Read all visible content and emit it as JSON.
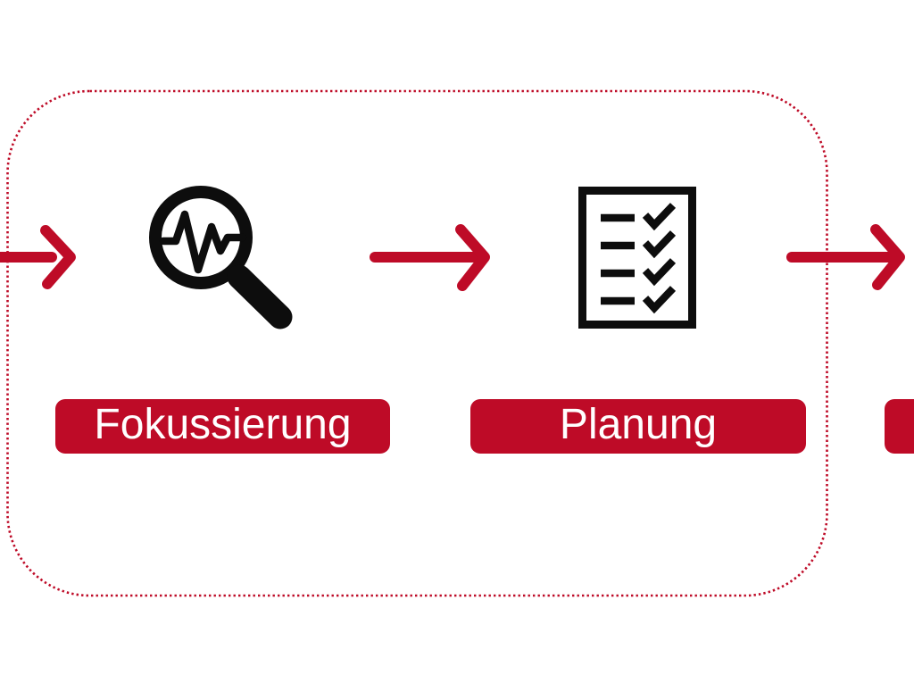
{
  "diagram": {
    "type": "process-flow",
    "background_color": "#FFFFFF",
    "accent_red": "#BE0B27",
    "icon_color": "#0D0D0D",
    "label_text_color": "#FFFFFF",
    "container": {
      "style": "dotted-rounded-border",
      "border_color": "#BE0B27"
    },
    "steps": [
      {
        "label": "Fokussierung",
        "icon": "magnifier-pulse-icon"
      },
      {
        "label": "Planung",
        "icon": "checklist-icon"
      }
    ],
    "partial_next_step_label": "",
    "arrows": [
      {
        "icon": "arrow-right",
        "position": "entering-container"
      },
      {
        "icon": "arrow-right",
        "position": "between-fokussierung-and-planung"
      },
      {
        "icon": "arrow-right",
        "position": "exiting-container"
      }
    ]
  }
}
